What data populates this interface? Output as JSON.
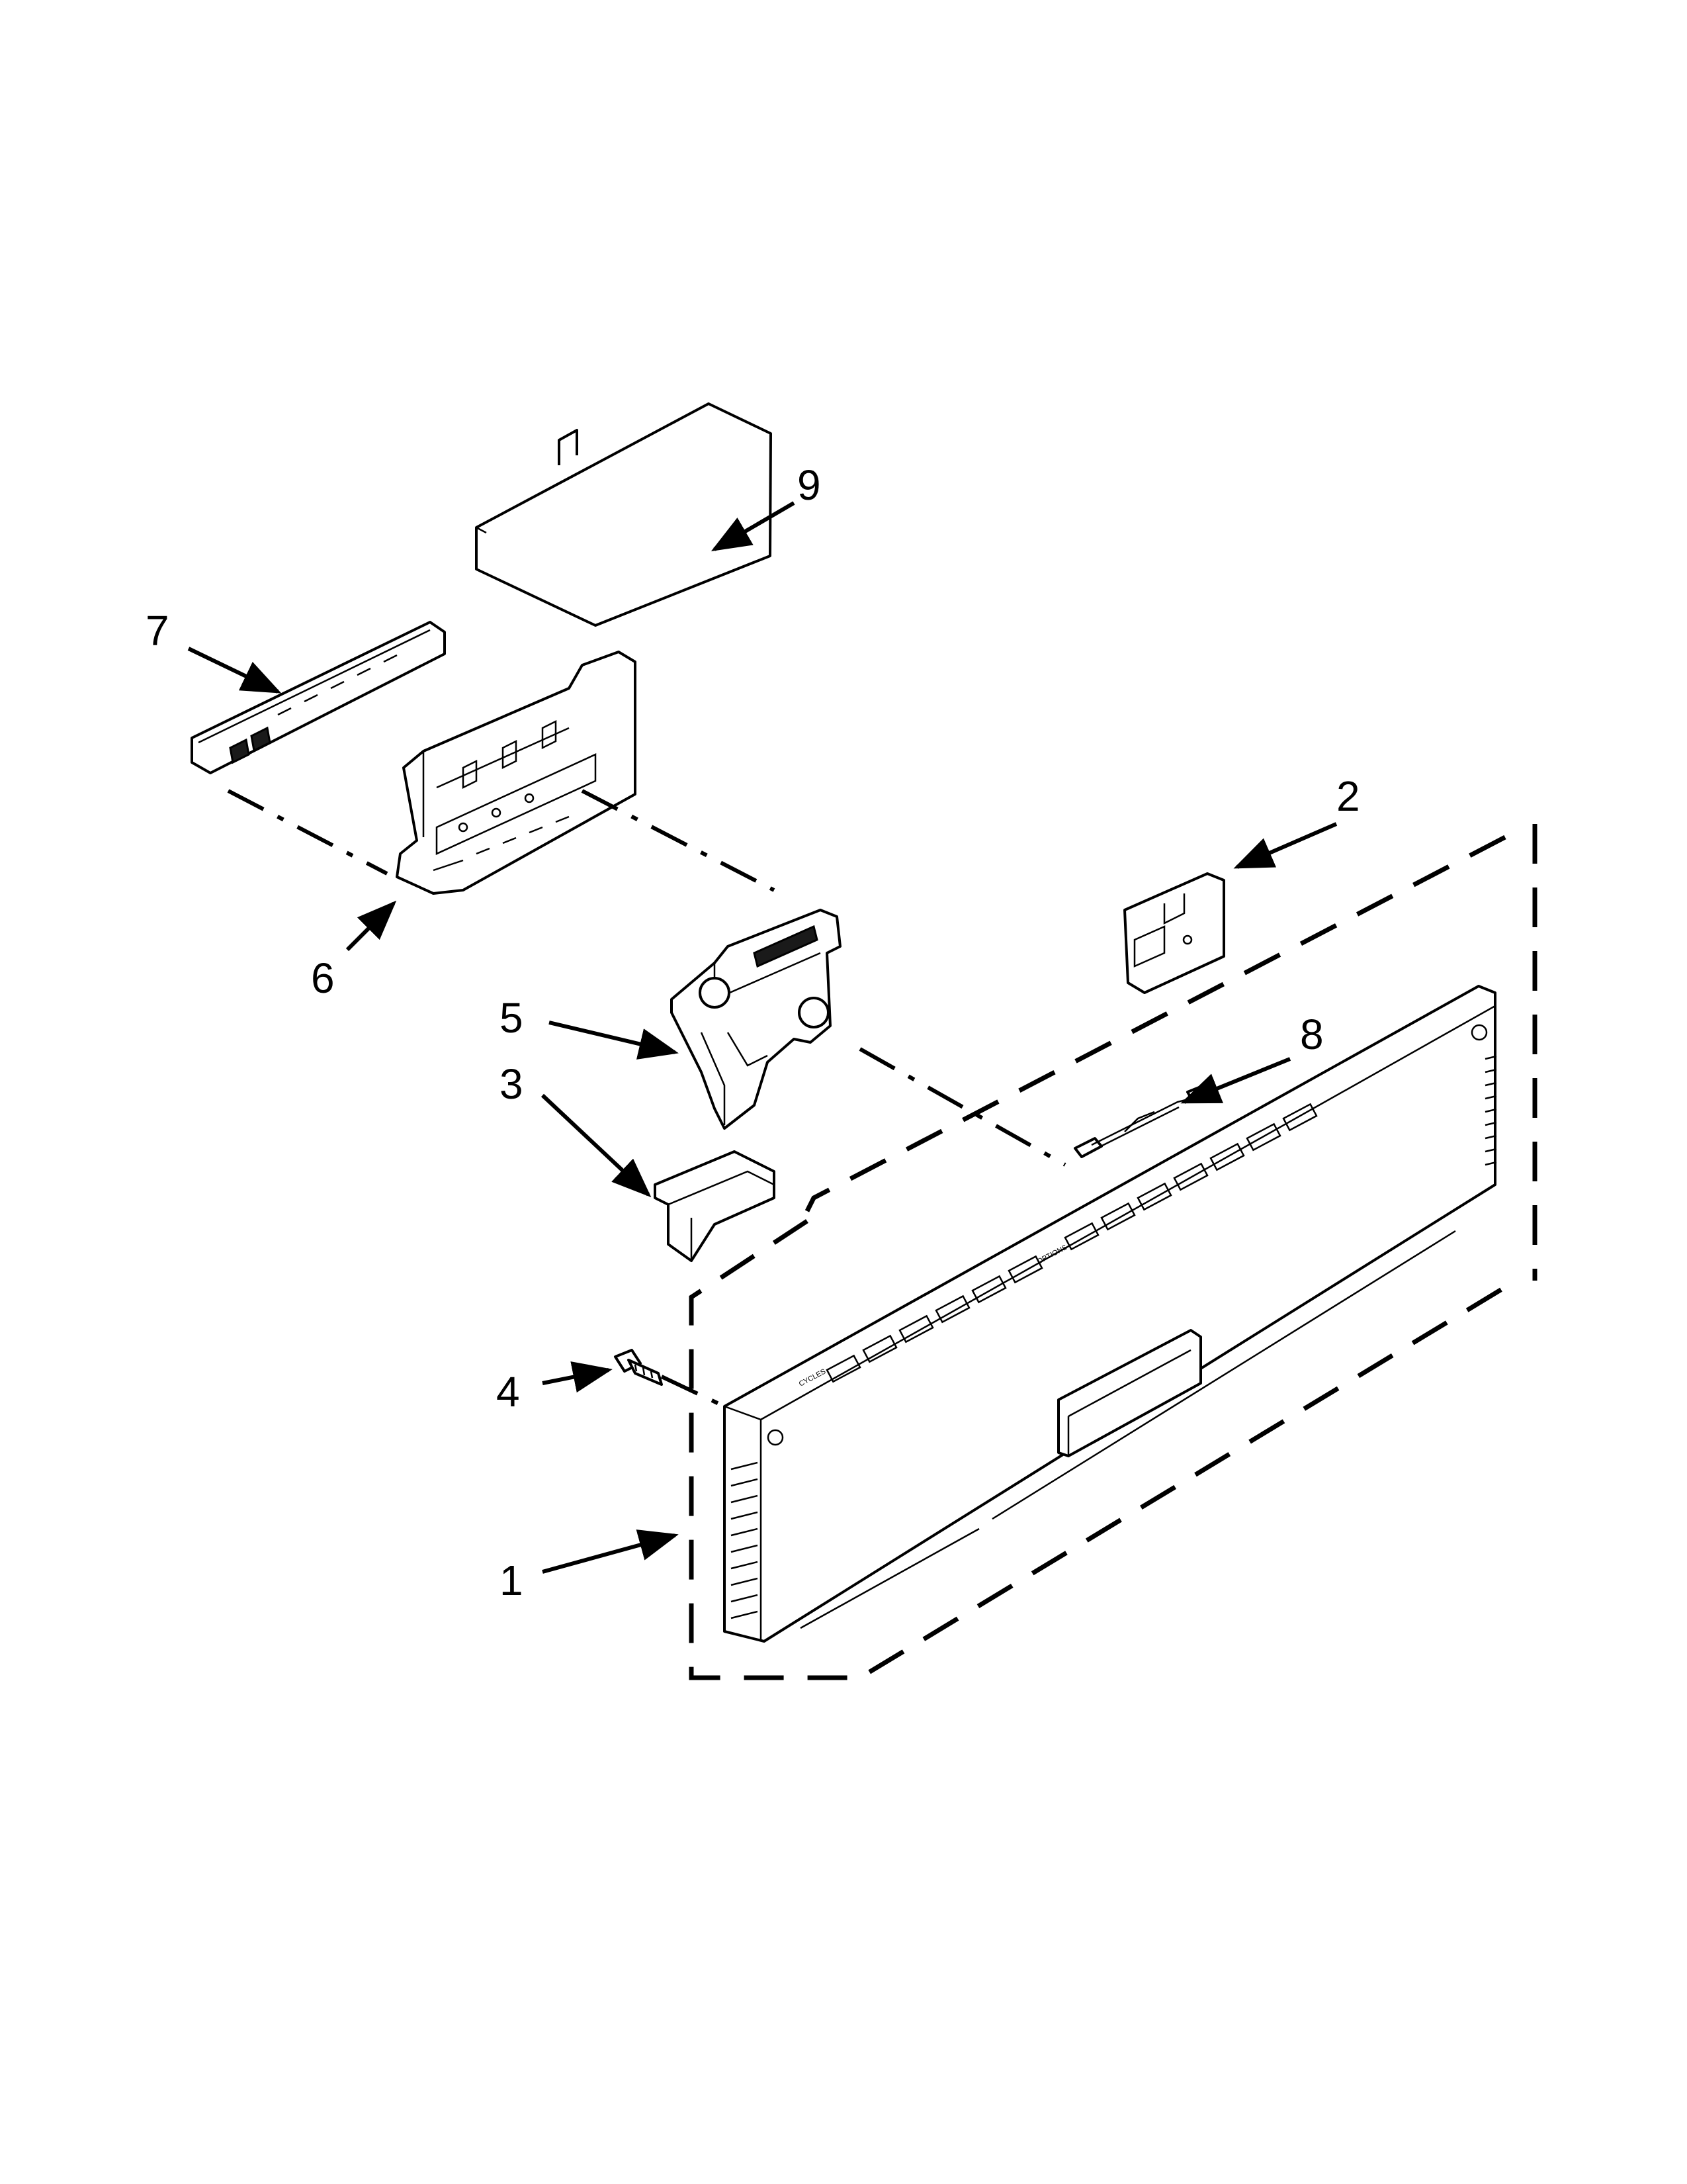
{
  "callouts": {
    "c1": "1",
    "c2": "2",
    "c3": "3",
    "c4": "4",
    "c5": "5",
    "c6": "6",
    "c7": "7",
    "c8": "8",
    "c9": "9"
  },
  "panel_labels": {
    "cycles": "CYCLES",
    "options": "OPTIONS"
  }
}
